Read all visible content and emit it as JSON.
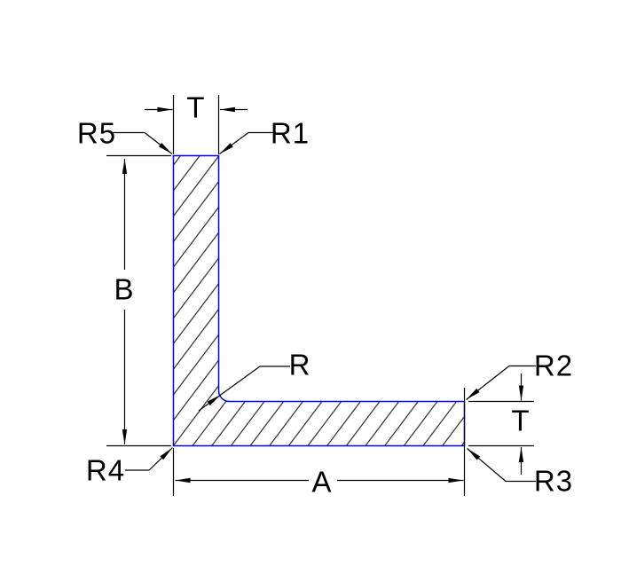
{
  "diagram": {
    "kind": "technical-drawing",
    "subject": "L-angle profile cross-section with dimension callouts",
    "colors": {
      "profile_outline": "#0000ff",
      "dimension_color": "#000000",
      "background": "#ffffff"
    },
    "labels": {
      "thickness_top": "T",
      "thickness_right": "T",
      "leg_height": "B",
      "leg_width": "A",
      "fillet_radius": "R",
      "corner_radius_1": "R1",
      "corner_radius_2": "R2",
      "corner_radius_3": "R3",
      "corner_radius_4": "R4",
      "corner_radius_5": "R5"
    }
  }
}
